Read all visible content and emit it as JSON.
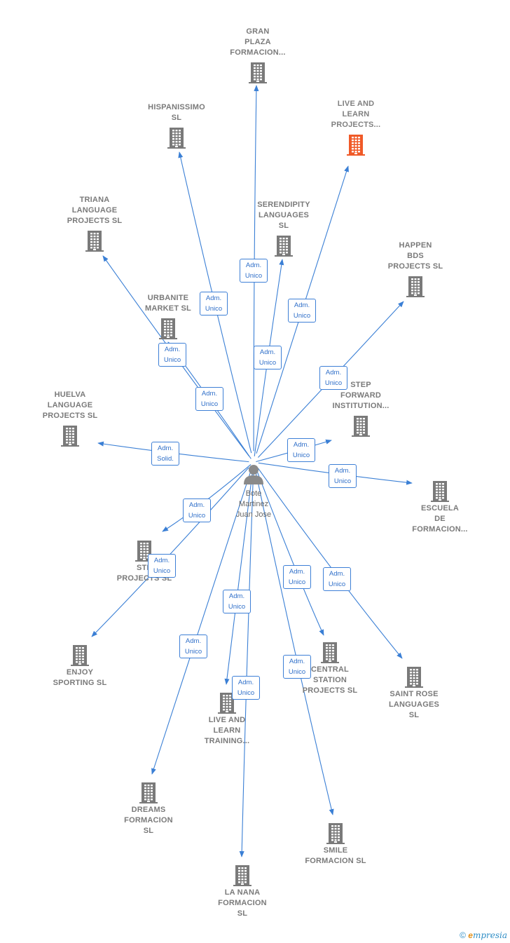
{
  "center": {
    "name": "Bote\nMartinez\nJuan Jose"
  },
  "colors": {
    "edge": "#3a7fd5",
    "building": "#7a7a7a",
    "highlight": "#f05a28",
    "role_text": "#2f6fc9"
  },
  "companies": [
    {
      "id": "gran-plaza",
      "label": "GRAN\nPLAZA\nFORMACION...",
      "role": "Adm.\nUnico",
      "highlight": false
    },
    {
      "id": "hispanissimo",
      "label": "HISPANISSIMO\nSL",
      "role": "Adm.\nUnico",
      "highlight": false
    },
    {
      "id": "live-learn-projects",
      "label": "LIVE AND\nLEARN\nPROJECTS...",
      "role": "Adm.\nUnico",
      "highlight": true
    },
    {
      "id": "triana",
      "label": "TRIANA\nLANGUAGE\nPROJECTS  SL",
      "role": "Adm.\nUnico",
      "highlight": false
    },
    {
      "id": "serendipity",
      "label": "SERENDIPITY\nLANGUAGES\nSL",
      "role": "Adm.\nUnico",
      "highlight": false
    },
    {
      "id": "happen-bds",
      "label": "HAPPEN\nBDS\nPROJECTS  SL",
      "role": "Adm.\nUnico",
      "highlight": false
    },
    {
      "id": "urbanite",
      "label": "URBANITE\nMARKET  SL",
      "role": "Adm.\nUnico",
      "highlight": false
    },
    {
      "id": "huelva",
      "label": "HUELVA\nLANGUAGE\nPROJECTS  SL",
      "role": "Adm.\nSolid.",
      "highlight": false
    },
    {
      "id": "step-forward",
      "label": "STEP\nFORWARD\nINSTITUTION...",
      "role": "Adm.\nUnico",
      "highlight": false
    },
    {
      "id": "escuela",
      "label": "ESCUELA\nDE\nFORMACION...",
      "role": "Adm.\nUnico",
      "highlight": false
    },
    {
      "id": "ste-projects",
      "label": "STE\nPROJECTS  SL",
      "role": "Adm.\nUnico",
      "highlight": false
    },
    {
      "id": "enjoy",
      "label": "ENJOY\nSPORTING  SL",
      "role": "Adm.\nUnico",
      "highlight": false
    },
    {
      "id": "central-station",
      "label": "CENTRAL\nSTATION\nPROJECTS  SL",
      "role": "Adm.\nUnico",
      "highlight": false
    },
    {
      "id": "saint-rose",
      "label": "SAINT ROSE\nLANGUAGES\nSL",
      "role": "Adm.\nUnico",
      "highlight": false
    },
    {
      "id": "live-learn-training",
      "label": "LIVE AND\nLEARN\nTRAINING...",
      "role": "Adm.\nUnico",
      "highlight": false
    },
    {
      "id": "dreams",
      "label": "DREAMS\nFORMACION\nSL",
      "role": "Adm.\nUnico",
      "highlight": false
    },
    {
      "id": "smile",
      "label": "SMILE\nFORMACION SL",
      "role": "Adm.\nUnico",
      "highlight": false
    },
    {
      "id": "la-nana",
      "label": "LA NANA\nFORMACION\nSL",
      "role": "Adm.\nUnico",
      "highlight": false
    }
  ],
  "brand": {
    "copyright": "©",
    "e": "e",
    "rest": "mpresia"
  }
}
